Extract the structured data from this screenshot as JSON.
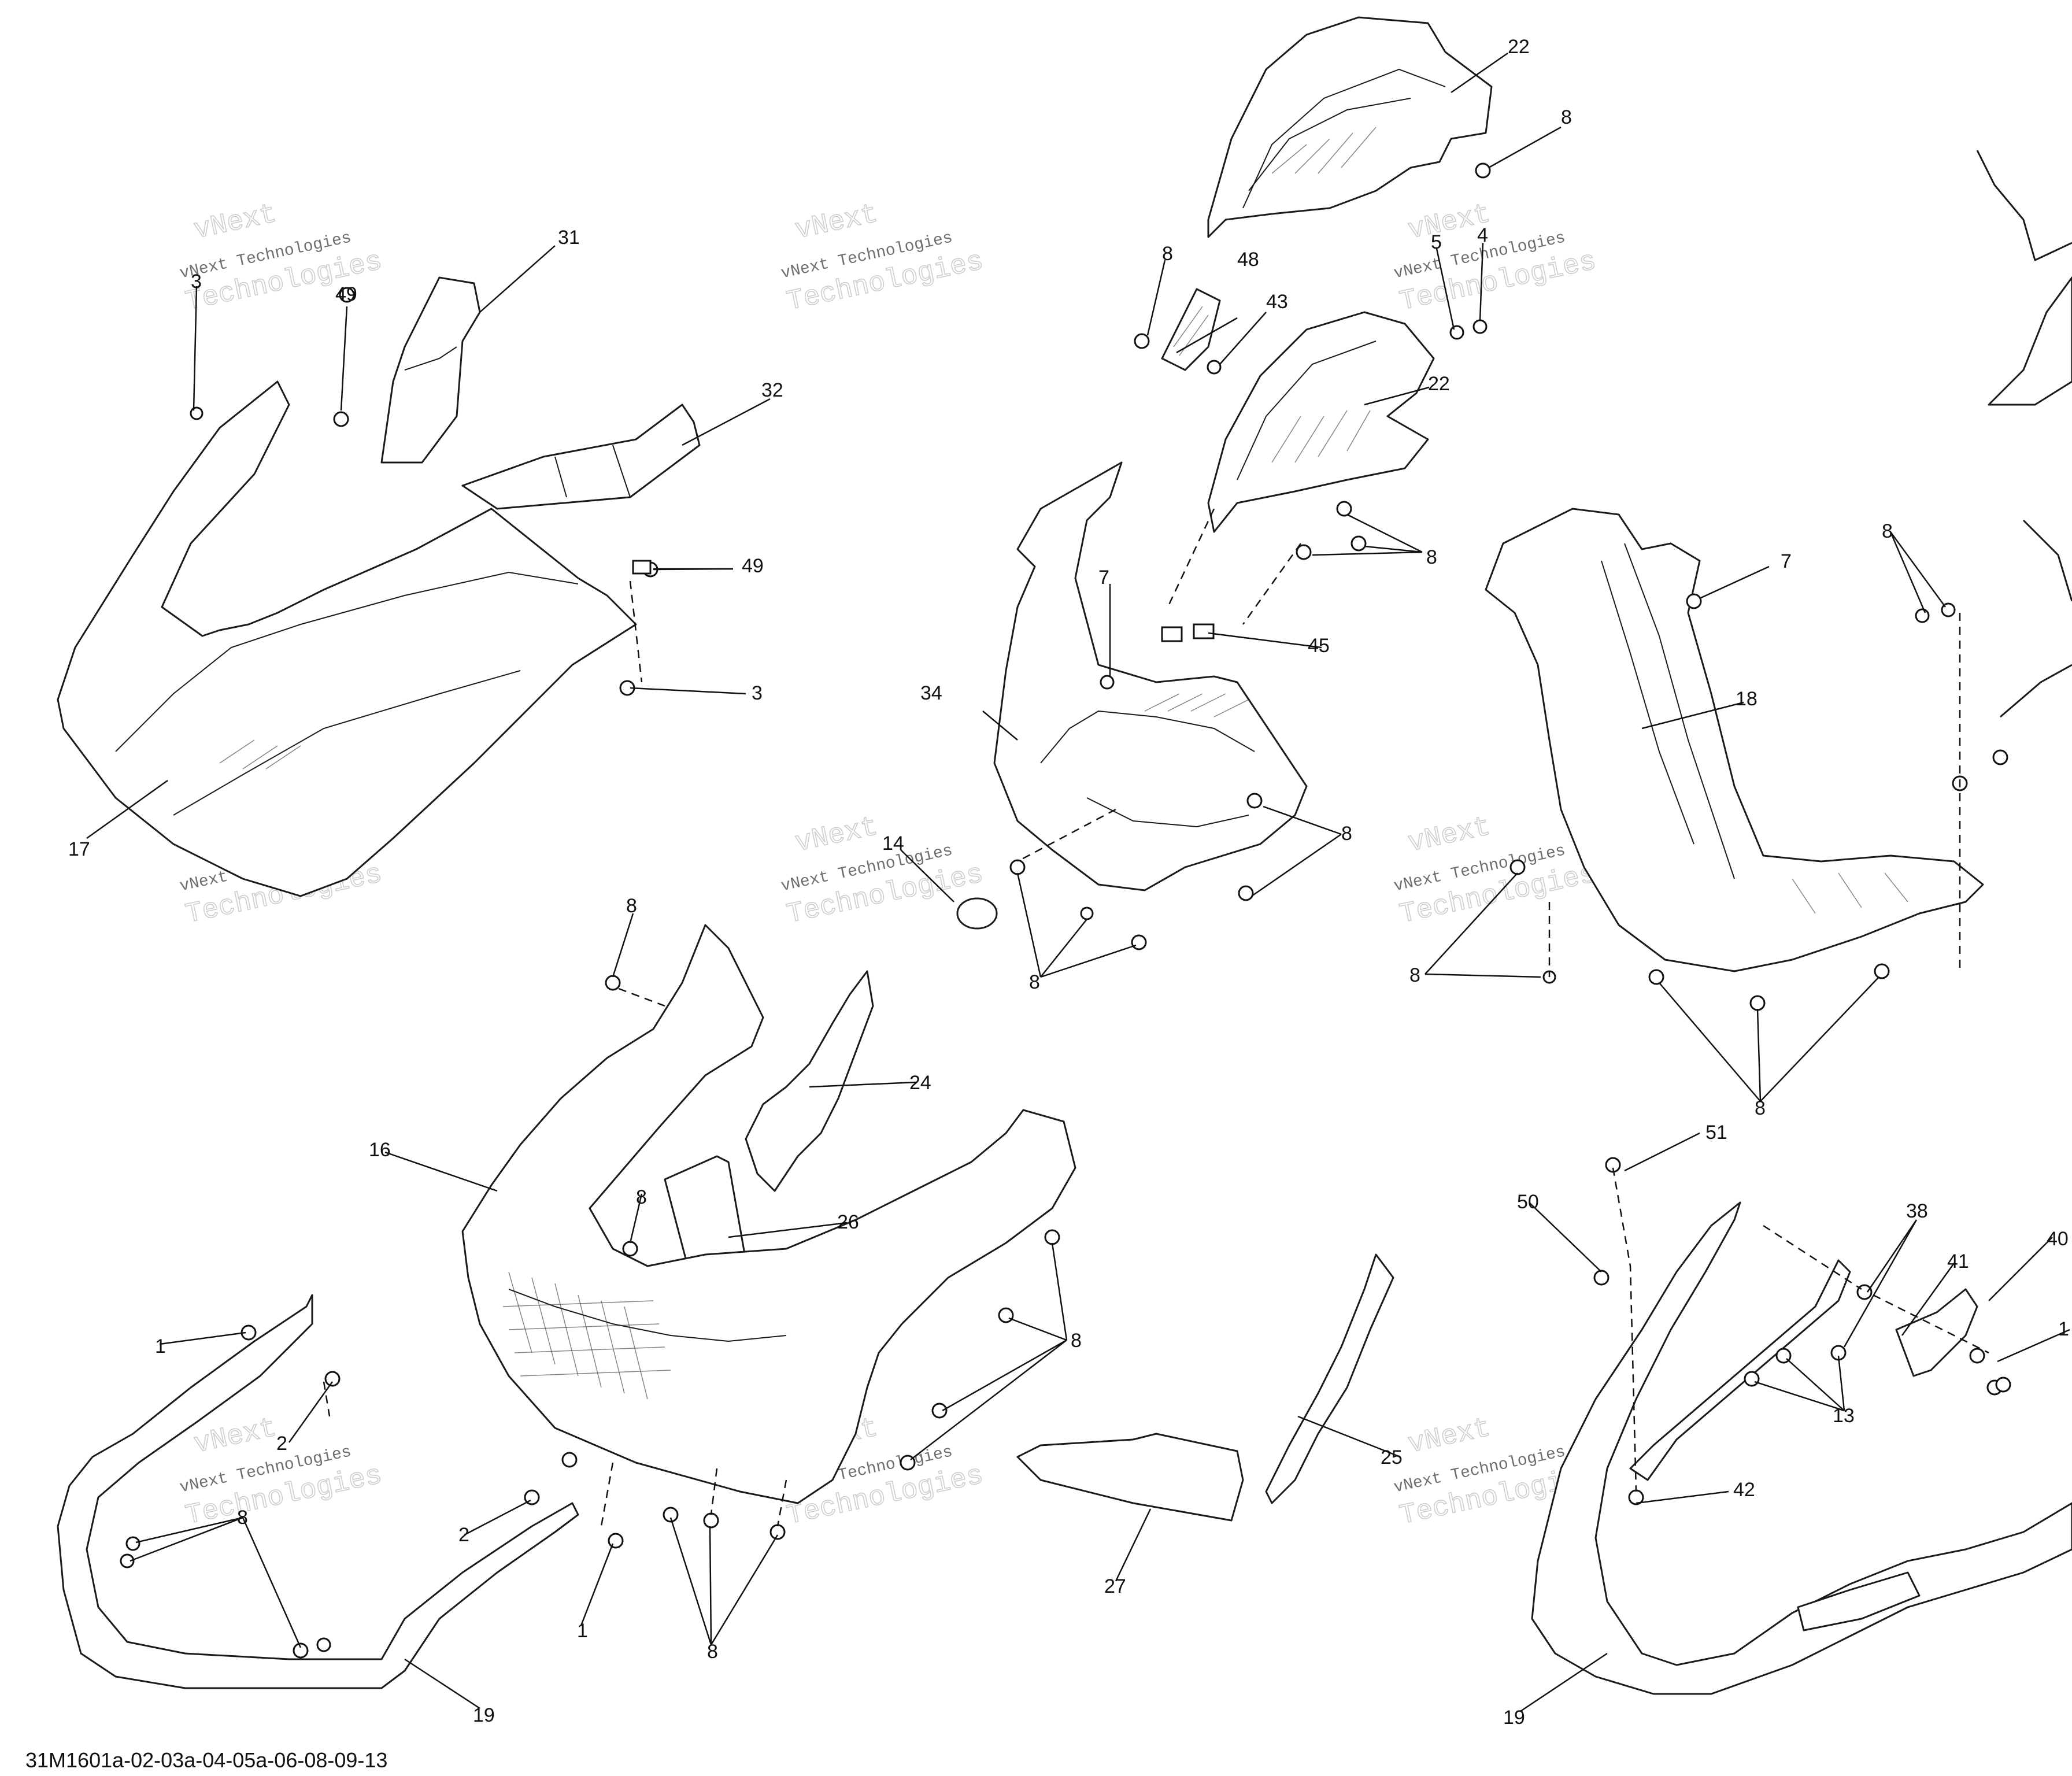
{
  "diagram": {
    "drawing_code": "31M1601a-02-03a-04-05a-06-08-09-13",
    "watermark": {
      "line1": "vNext",
      "line2": "vNext Technologies",
      "line3": "Technologies"
    },
    "callouts": [
      {
        "id": "c22a",
        "label": "22"
      },
      {
        "id": "c8a",
        "label": "8"
      },
      {
        "id": "c31",
        "label": "31"
      },
      {
        "id": "c3a",
        "label": "3"
      },
      {
        "id": "c49a",
        "label": "49"
      },
      {
        "id": "c8b",
        "label": "8"
      },
      {
        "id": "c48",
        "label": "48"
      },
      {
        "id": "c43",
        "label": "43"
      },
      {
        "id": "c5",
        "label": "5"
      },
      {
        "id": "c4",
        "label": "4"
      },
      {
        "id": "c32",
        "label": "32"
      },
      {
        "id": "c22b",
        "label": "22"
      },
      {
        "id": "c49b",
        "label": "49"
      },
      {
        "id": "c7a",
        "label": "7"
      },
      {
        "id": "c8c",
        "label": "8"
      },
      {
        "id": "c7b",
        "label": "7"
      },
      {
        "id": "c3b",
        "label": "3"
      },
      {
        "id": "c45",
        "label": "45"
      },
      {
        "id": "c34",
        "label": "34"
      },
      {
        "id": "c18",
        "label": "18"
      },
      {
        "id": "c8d",
        "label": "8"
      },
      {
        "id": "c17",
        "label": "17"
      },
      {
        "id": "c14",
        "label": "14"
      },
      {
        "id": "c8e",
        "label": "8"
      },
      {
        "id": "c8f",
        "label": "8"
      },
      {
        "id": "c8g",
        "label": "8"
      },
      {
        "id": "c8h",
        "label": "8"
      },
      {
        "id": "c8i",
        "label": "8"
      },
      {
        "id": "c24",
        "label": "24"
      },
      {
        "id": "c16",
        "label": "16"
      },
      {
        "id": "c8j",
        "label": "8"
      },
      {
        "id": "c26",
        "label": "26"
      },
      {
        "id": "c51",
        "label": "51"
      },
      {
        "id": "c50",
        "label": "50"
      },
      {
        "id": "c38",
        "label": "38"
      },
      {
        "id": "c41",
        "label": "41"
      },
      {
        "id": "c40",
        "label": "40"
      },
      {
        "id": "c8k",
        "label": "8"
      },
      {
        "id": "c1a",
        "label": "1"
      },
      {
        "id": "c2a",
        "label": "2"
      },
      {
        "id": "c13",
        "label": "13"
      },
      {
        "id": "c1b",
        "label": "1"
      },
      {
        "id": "c25",
        "label": "25"
      },
      {
        "id": "c42",
        "label": "42"
      },
      {
        "id": "c2b",
        "label": "2"
      },
      {
        "id": "c8l",
        "label": "8"
      },
      {
        "id": "c1c",
        "label": "1"
      },
      {
        "id": "c27",
        "label": "27"
      },
      {
        "id": "c8m",
        "label": "8"
      },
      {
        "id": "c19a",
        "label": "19"
      },
      {
        "id": "c19b",
        "label": "19"
      }
    ]
  }
}
